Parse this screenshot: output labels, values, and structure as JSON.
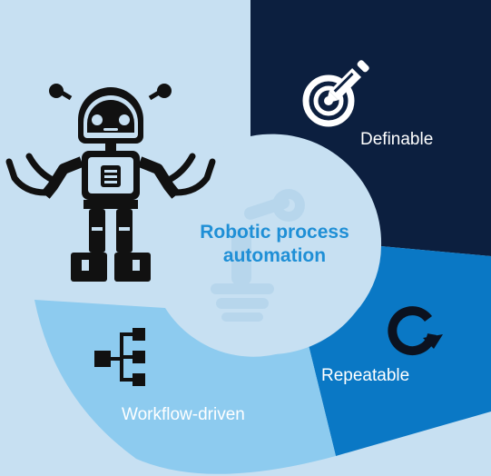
{
  "center": {
    "line1": "Robotic process",
    "line2": "automation"
  },
  "segments": [
    {
      "id": "definable",
      "label": "Definable",
      "color": "#0c1f3f",
      "icon": "target-pencil-icon"
    },
    {
      "id": "repeatable",
      "label": "Repeatable",
      "color": "#0a78c5",
      "icon": "refresh-icon"
    },
    {
      "id": "workflow",
      "label": "Workflow-driven",
      "color": "#8dcbef",
      "icon": "workflow-tree-icon"
    }
  ],
  "colors": {
    "background": "#c7e0f2",
    "hub": "#c7e0f2",
    "title": "#1f8fd6"
  },
  "decor": {
    "left_icon": "robot-icon",
    "hub_watermark": "robotic-arm-icon"
  }
}
